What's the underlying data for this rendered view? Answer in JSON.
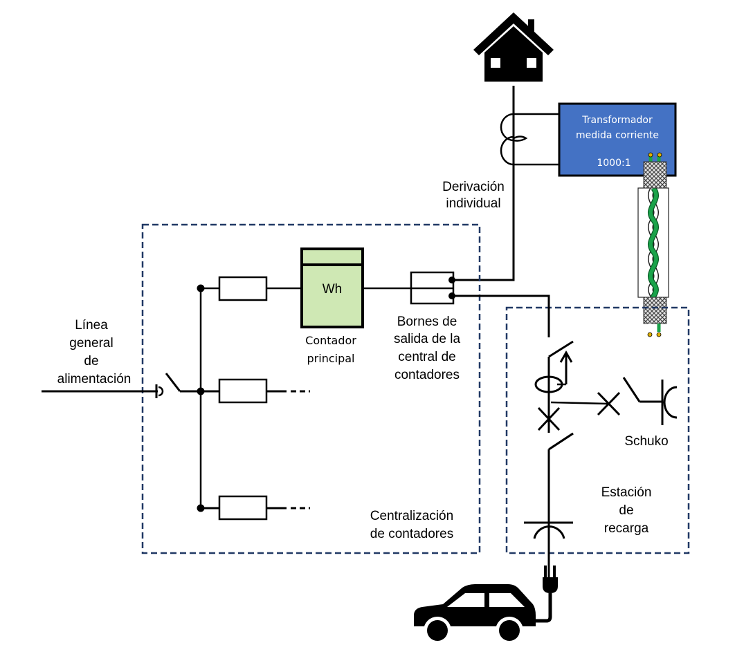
{
  "labels": {
    "linea_general": [
      "Línea",
      "general",
      "de",
      "alimentación"
    ],
    "contador_principal": [
      "Contador",
      "principal"
    ],
    "meter_symbol": "Wh",
    "bornes": [
      "Bornes de",
      "salida de la",
      "central de",
      "contadores"
    ],
    "derivacion": [
      "Derivación",
      "individual"
    ],
    "transformador": [
      "Transformador",
      "medida corriente"
    ],
    "ratio": "1000:1",
    "centralizacion": [
      "Centralización",
      "de contadores"
    ],
    "schuko": "Schuko",
    "estacion": [
      "Estación",
      "de",
      "recarga"
    ]
  },
  "icons": {
    "house": "house-icon",
    "car": "electric-car-icon",
    "plug": "plug-icon"
  },
  "colors": {
    "meter_fill": "#cfe8b4",
    "transformer_fill": "#4472c4",
    "dashed_border": "#203864",
    "cable_green": "#1aa34a"
  }
}
